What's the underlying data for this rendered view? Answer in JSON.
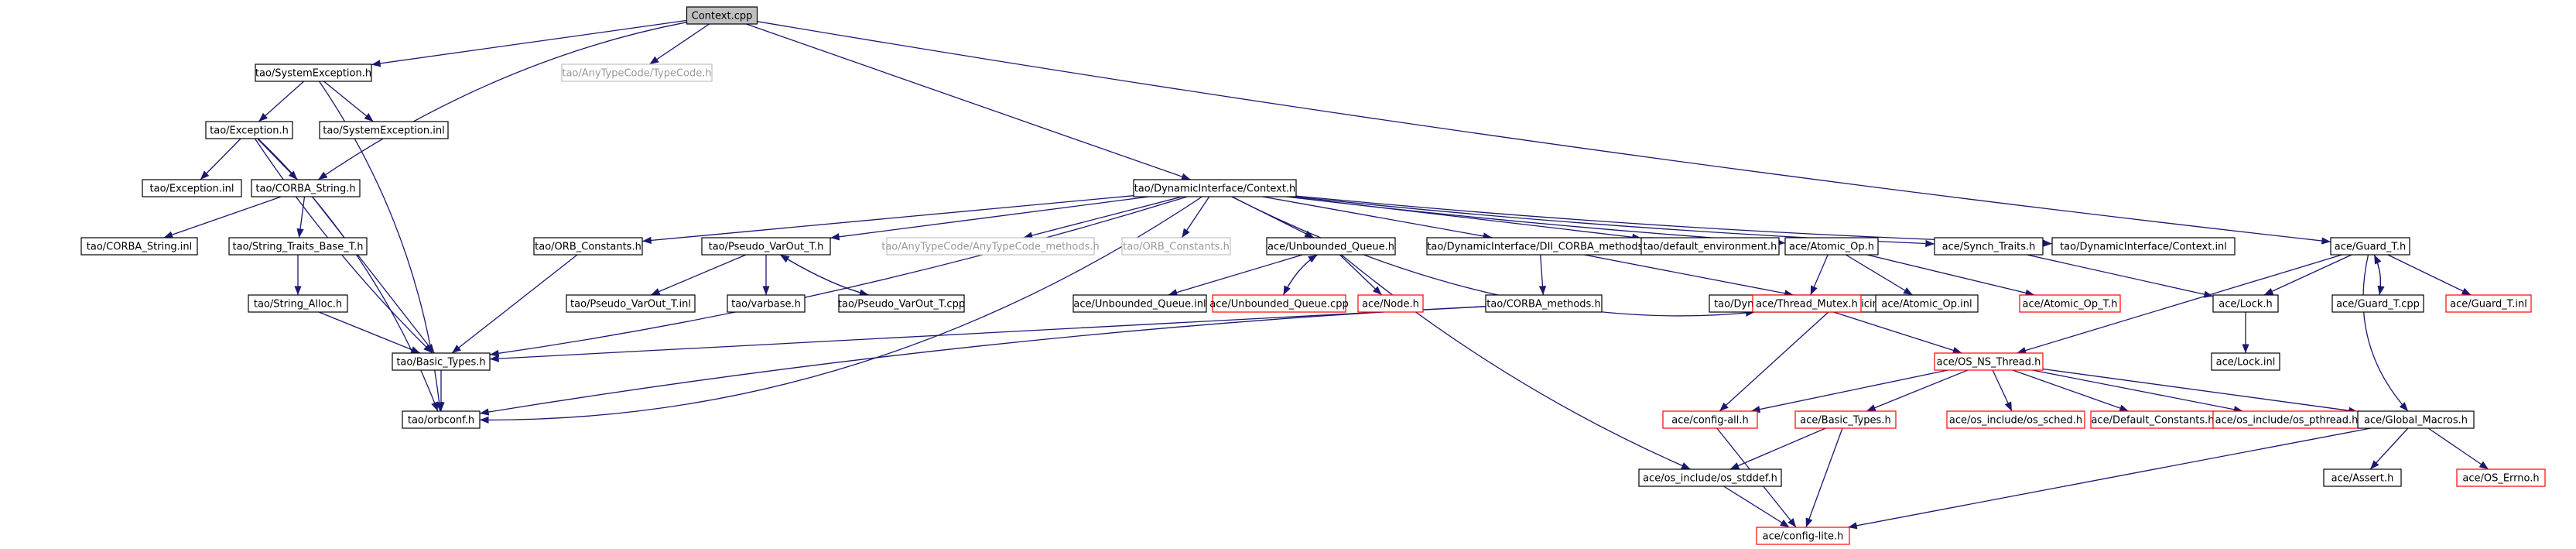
{
  "title": "Context.cpp",
  "colors": {
    "edge": "#191970",
    "text_normal": "#000000",
    "text_faded": "#9a9a9a",
    "border_normal": "#000000",
    "border_faded": "#c0c0c0",
    "border_truncated": "#ff0000",
    "root_fill": "#bfbfbf",
    "node_fill": "#ffffff"
  },
  "nodes": [
    {
      "id": "root",
      "label": "Context.cpp",
      "style": "root"
    },
    {
      "id": "sysexc",
      "label": "tao/SystemException.h",
      "style": "normal"
    },
    {
      "id": "anytc",
      "label": "tao/AnyTypeCode/TypeCode.h",
      "style": "faded"
    },
    {
      "id": "exc",
      "label": "tao/Exception.h",
      "style": "normal"
    },
    {
      "id": "sysexcinl",
      "label": "tao/SystemException.inl",
      "style": "normal"
    },
    {
      "id": "excinl",
      "label": "tao/Exception.inl",
      "style": "normal"
    },
    {
      "id": "corbastr",
      "label": "tao/CORBA_String.h",
      "style": "normal"
    },
    {
      "id": "corbastrinl",
      "label": "tao/CORBA_String.inl",
      "style": "normal"
    },
    {
      "id": "strtraits",
      "label": "tao/String_Traits_Base_T.h",
      "style": "normal"
    },
    {
      "id": "stralloc",
      "label": "tao/String_Alloc.h",
      "style": "normal"
    },
    {
      "id": "basictypes",
      "label": "tao/Basic_Types.h",
      "style": "normal"
    },
    {
      "id": "orbconf",
      "label": "tao/orbconf.h",
      "style": "normal"
    },
    {
      "id": "dictx",
      "label": "tao/DynamicInterface/Context.h",
      "style": "normal"
    },
    {
      "id": "orbconst1",
      "label": "tao/ORB_Constants.h",
      "style": "normal"
    },
    {
      "id": "pseudovar",
      "label": "tao/Pseudo_VarOut_T.h",
      "style": "normal"
    },
    {
      "id": "anytcm",
      "label": "tao/AnyTypeCode/AnyTypeCode_methods.h",
      "style": "faded"
    },
    {
      "id": "orbconst2",
      "label": "tao/ORB_Constants.h",
      "style": "faded"
    },
    {
      "id": "unbq",
      "label": "ace/Unbounded_Queue.h",
      "style": "normal"
    },
    {
      "id": "diimeth",
      "label": "tao/DynamicInterface/DII_CORBA_methods.h",
      "style": "normal"
    },
    {
      "id": "defenv",
      "label": "tao/default_environment.h",
      "style": "normal"
    },
    {
      "id": "atomicop",
      "label": "ace/Atomic_Op.h",
      "style": "normal"
    },
    {
      "id": "synch",
      "label": "ace/Synch_Traits.h",
      "style": "normal"
    },
    {
      "id": "ctxinl",
      "label": "tao/DynamicInterface/Context.inl",
      "style": "normal"
    },
    {
      "id": "guardt",
      "label": "ace/Guard_T.h",
      "style": "normal"
    },
    {
      "id": "pseudovarinl",
      "label": "tao/Pseudo_VarOut_T.inl",
      "style": "normal"
    },
    {
      "id": "varbase",
      "label": "tao/varbase.h",
      "style": "normal"
    },
    {
      "id": "pseudovarcpp",
      "label": "tao/Pseudo_VarOut_T.cpp",
      "style": "normal"
    },
    {
      "id": "unbqinl",
      "label": "ace/Unbounded_Queue.inl",
      "style": "normal"
    },
    {
      "id": "unbqcpp",
      "label": "ace/Unbounded_Queue.cpp",
      "style": "trunc"
    },
    {
      "id": "nodeh",
      "label": "ace/Node.h",
      "style": "trunc"
    },
    {
      "id": "corbameth",
      "label": "tao/CORBA_methods.h",
      "style": "normal"
    },
    {
      "id": "diexport",
      "label": "tao/DynamicInterface/dynamicinterface_export.h",
      "style": "normal"
    },
    {
      "id": "threadmutex",
      "label": "ace/Thread_Mutex.h",
      "style": "trunc"
    },
    {
      "id": "atomicopinl",
      "label": "ace/Atomic_Op.inl",
      "style": "normal"
    },
    {
      "id": "atomicopt",
      "label": "ace/Atomic_Op_T.h",
      "style": "trunc"
    },
    {
      "id": "lockh",
      "label": "ace/Lock.h",
      "style": "normal"
    },
    {
      "id": "guardtcpp",
      "label": "ace/Guard_T.cpp",
      "style": "normal"
    },
    {
      "id": "guardtinl",
      "label": "ace/Guard_T.inl",
      "style": "trunc"
    },
    {
      "id": "osns",
      "label": "ace/OS_NS_Thread.h",
      "style": "trunc"
    },
    {
      "id": "lockinl",
      "label": "ace/Lock.inl",
      "style": "normal"
    },
    {
      "id": "configall",
      "label": "ace/config-all.h",
      "style": "trunc"
    },
    {
      "id": "acebasic",
      "label": "ace/Basic_Types.h",
      "style": "trunc"
    },
    {
      "id": "ossched",
      "label": "ace/os_include/os_sched.h",
      "style": "trunc"
    },
    {
      "id": "defconst",
      "label": "ace/Default_Constants.h",
      "style": "trunc"
    },
    {
      "id": "ospthread",
      "label": "ace/os_include/os_pthread.h",
      "style": "trunc"
    },
    {
      "id": "globalmacros",
      "label": "ace/Global_Macros.h",
      "style": "normal"
    },
    {
      "id": "osstddef",
      "label": "ace/os_include/os_stddef.h",
      "style": "normal"
    },
    {
      "id": "assert",
      "label": "ace/Assert.h",
      "style": "normal"
    },
    {
      "id": "oserrno",
      "label": "ace/OS_Errno.h",
      "style": "trunc"
    },
    {
      "id": "configlite",
      "label": "ace/config-lite.h",
      "style": "trunc"
    }
  ],
  "edges": [
    [
      "root",
      "sysexc"
    ],
    [
      "root",
      "anytc"
    ],
    [
      "root",
      "corbastr"
    ],
    [
      "root",
      "dictx"
    ],
    [
      "root",
      "guardt"
    ],
    [
      "sysexc",
      "exc"
    ],
    [
      "sysexc",
      "sysexcinl"
    ],
    [
      "sysexc",
      "orbconf"
    ],
    [
      "exc",
      "excinl"
    ],
    [
      "exc",
      "corbastr"
    ],
    [
      "exc",
      "basictypes"
    ],
    [
      "exc",
      "orbconf"
    ],
    [
      "corbastr",
      "corbastrinl"
    ],
    [
      "corbastr",
      "strtraits"
    ],
    [
      "corbastr",
      "basictypes"
    ],
    [
      "strtraits",
      "stralloc"
    ],
    [
      "stralloc",
      "basictypes"
    ],
    [
      "basictypes",
      "orbconf"
    ],
    [
      "dictx",
      "basictypes"
    ],
    [
      "dictx",
      "orbconst1"
    ],
    [
      "dictx",
      "pseudovar"
    ],
    [
      "dictx",
      "anytcm"
    ],
    [
      "dictx",
      "orbconst2"
    ],
    [
      "dictx",
      "unbq"
    ],
    [
      "dictx",
      "diimeth"
    ],
    [
      "dictx",
      "defenv"
    ],
    [
      "dictx",
      "atomicop"
    ],
    [
      "dictx",
      "synch"
    ],
    [
      "dictx",
      "ctxinl"
    ],
    [
      "dictx",
      "orbconf"
    ],
    [
      "dictx",
      "diexport"
    ],
    [
      "orbconst1",
      "basictypes"
    ],
    [
      "pseudovar",
      "pseudovarinl"
    ],
    [
      "pseudovar",
      "varbase"
    ],
    [
      "pseudovar",
      "pseudovarcpp"
    ],
    [
      "pseudovarcpp",
      "pseudovar"
    ],
    [
      "unbq",
      "unbqinl"
    ],
    [
      "unbq",
      "unbqcpp"
    ],
    [
      "unbq",
      "nodeh"
    ],
    [
      "unbqcpp",
      "unbq"
    ],
    [
      "unbq",
      "osstddef"
    ],
    [
      "diimeth",
      "corbameth"
    ],
    [
      "diimeth",
      "diexport"
    ],
    [
      "corbameth",
      "basictypes"
    ],
    [
      "corbameth",
      "orbconf"
    ],
    [
      "atomicop",
      "threadmutex"
    ],
    [
      "atomicop",
      "atomicopinl"
    ],
    [
      "atomicop",
      "atomicopt"
    ],
    [
      "synch",
      "lockh"
    ],
    [
      "guardt",
      "lockh"
    ],
    [
      "guardt",
      "guardtcpp"
    ],
    [
      "guardt",
      "guardtinl"
    ],
    [
      "guardt",
      "osns"
    ],
    [
      "guardt",
      "globalmacros"
    ],
    [
      "guardtcpp",
      "guardt"
    ],
    [
      "lockh",
      "lockinl"
    ],
    [
      "threadmutex",
      "osns"
    ],
    [
      "diexport",
      "configall"
    ],
    [
      "osns",
      "configall"
    ],
    [
      "osns",
      "acebasic"
    ],
    [
      "osns",
      "ossched"
    ],
    [
      "osns",
      "defconst"
    ],
    [
      "osns",
      "ospthread"
    ],
    [
      "osns",
      "globalmacros"
    ],
    [
      "acebasic",
      "osstddef"
    ],
    [
      "acebasic",
      "configlite"
    ],
    [
      "configall",
      "configlite"
    ],
    [
      "osstddef",
      "configlite"
    ],
    [
      "globalmacros",
      "assert"
    ],
    [
      "globalmacros",
      "oserrno"
    ],
    [
      "globalmacros",
      "configlite"
    ]
  ]
}
